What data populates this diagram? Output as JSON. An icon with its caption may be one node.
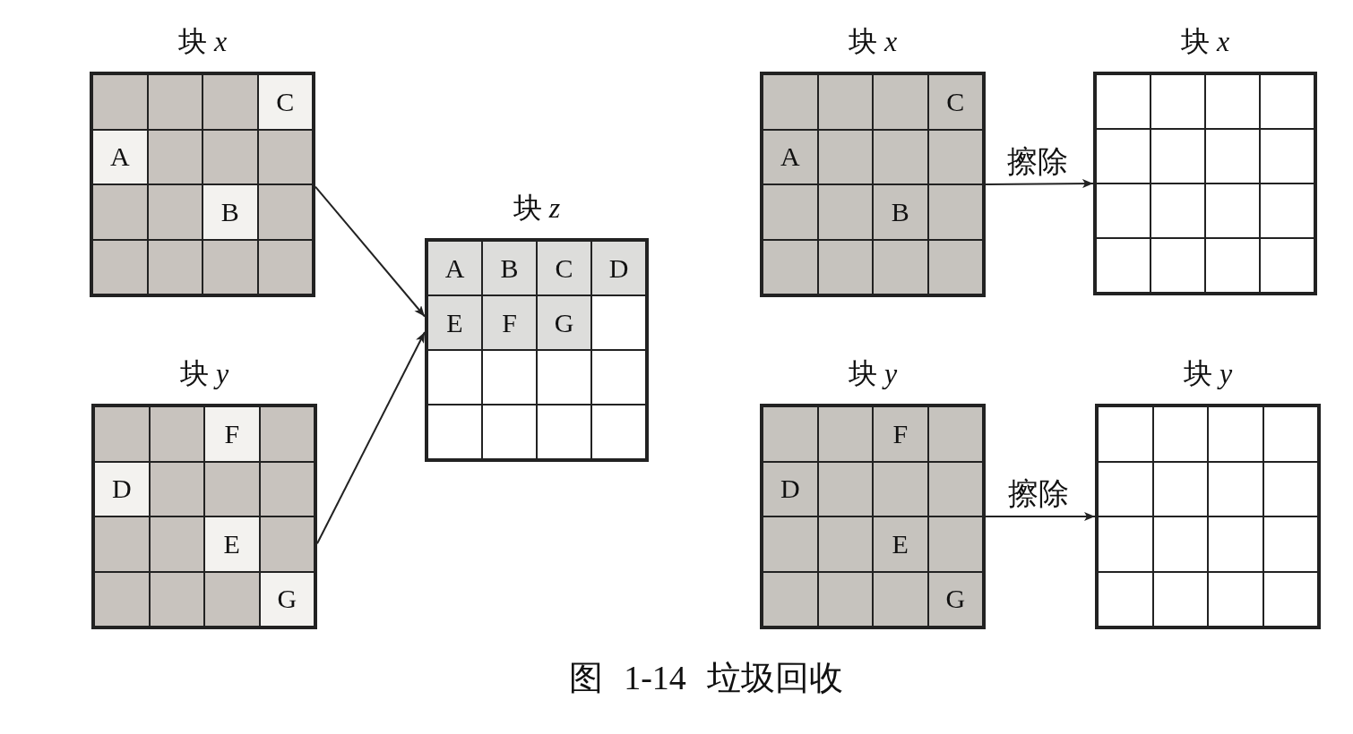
{
  "diagram": {
    "caption": "图 1-14 垃圾回收",
    "nodes": [
      {
        "text": [
          "块 *x*"
        ]
      },
      {
        "text": [],
        "shape": "box",
        "in": 0
      },
      {
        "text": [],
        "shape": "box",
        "in": 0
      },
      {
        "text": [],
        "shape": "box",
        "in": 0
      },
      {
        "text": [
          "C"
        ],
        "in": 0
      },
      {
        "text": [
          "A"
        ],
        "in": 0
      },
      {
        "text": [],
        "shape": "box",
        "in": 0
      },
      {
        "text": [],
        "shape": "box",
        "in": 0
      },
      {
        "text": [],
        "shape": "box",
        "in": 0
      },
      {
        "text": [],
        "shape": "box",
        "in": 0
      },
      {
        "text": [],
        "shape": "box",
        "in": 0
      },
      {
        "text": [
          "B"
        ],
        "in": 0
      },
      {
        "text": [],
        "shape": "box",
        "in": 0
      },
      {
        "text": [],
        "shape": "box",
        "in": 0
      },
      {
        "text": [],
        "shape": "box",
        "in": 0
      },
      {
        "text": [],
        "shape": "box",
        "in": 0
      },
      {
        "text": [],
        "shape": "box",
        "in": 0
      },
      {
        "text": [
          "块 *y*"
        ]
      },
      {
        "text": [],
        "shape": "box",
        "in": 17
      },
      {
        "text": [],
        "shape": "box",
        "in": 17
      },
      {
        "text": [
          "F"
        ],
        "in": 17
      },
      {
        "text": [],
        "shape": "box",
        "in": 17
      },
      {
        "text": [
          "D"
        ],
        "in": 17
      },
      {
        "text": [],
        "shape": "box",
        "in": 17
      },
      {
        "text": [],
        "shape": "box",
        "in": 17
      },
      {
        "text": [],
        "shape": "box",
        "in": 17
      },
      {
        "text": [],
        "shape": "box",
        "in": 17
      },
      {
        "text": [],
        "shape": "box",
        "in": 17
      },
      {
        "text": [
          "E"
        ],
        "in": 17
      },
      {
        "text": [],
        "shape": "box",
        "in": 17
      },
      {
        "text": [],
        "shape": "box",
        "in": 17
      },
      {
        "text": [],
        "shape": "box",
        "in": 17
      },
      {
        "text": [],
        "shape": "box",
        "in": 17
      },
      {
        "text": [
          "G"
        ],
        "in": 17
      },
      {
        "text": [
          "块 *z*"
        ]
      },
      {
        "text": [
          "A"
        ],
        "in": 34
      },
      {
        "text": [
          "B"
        ],
        "in": 34
      },
      {
        "text": [
          "C"
        ],
        "in": 34
      },
      {
        "text": [
          "D"
        ],
        "in": 34
      },
      {
        "text": [
          "E"
        ],
        "in": 34
      },
      {
        "text": [
          "F"
        ],
        "in": 34
      },
      {
        "text": [
          "G"
        ],
        "in": 34
      },
      {
        "text": [],
        "shape": "box",
        "in": 34
      },
      {
        "text": [],
        "shape": "box",
        "in": 34
      },
      {
        "text": [],
        "shape": "box",
        "in": 34
      },
      {
        "text": [],
        "shape": "box",
        "in": 34
      },
      {
        "text": [],
        "shape": "box",
        "in": 34
      },
      {
        "text": [],
        "shape": "box",
        "in": 34
      },
      {
        "text": [],
        "shape": "box",
        "in": 34
      },
      {
        "text": [],
        "shape": "box",
        "in": 34
      },
      {
        "text": [],
        "shape": "box",
        "in": 34
      },
      {
        "text": [
          "块 *x*"
        ]
      },
      {
        "text": [],
        "shape": "box",
        "in": 51
      },
      {
        "text": [],
        "shape": "box",
        "in": 51
      },
      {
        "text": [],
        "shape": "box",
        "in": 51
      },
      {
        "text": [
          "C"
        ],
        "in": 51
      },
      {
        "text": [
          "A"
        ],
        "in": 51
      },
      {
        "text": [],
        "shape": "box",
        "in": 51
      },
      {
        "text": [],
        "shape": "box",
        "in": 51
      },
      {
        "text": [],
        "shape": "box",
        "in": 51
      },
      {
        "text": [],
        "shape": "box",
        "in": 51
      },
      {
        "text": [],
        "shape": "box",
        "in": 51
      },
      {
        "text": [
          "B"
        ],
        "in": 51
      },
      {
        "text": [],
        "shape": "box",
        "in": 51
      },
      {
        "text": [],
        "shape": "box",
        "in": 51
      },
      {
        "text": [],
        "shape": "box",
        "in": 51
      },
      {
        "text": [],
        "shape": "box",
        "in": 51
      },
      {
        "text": [],
        "shape": "box",
        "in": 51
      },
      {
        "text": [
          "块 *x*"
        ]
      },
      {
        "text": [],
        "shape": "box",
        "in": 68
      },
      {
        "text": [],
        "shape": "box",
        "in": 68
      },
      {
        "text": [],
        "shape": "box",
        "in": 68
      },
      {
        "text": [],
        "shape": "box",
        "in": 68
      },
      {
        "text": [],
        "shape": "box",
        "in": 68
      },
      {
        "text": [],
        "shape": "box",
        "in": 68
      },
      {
        "text": [],
        "shape": "box",
        "in": 68
      },
      {
        "text": [],
        "shape": "box",
        "in": 68
      },
      {
        "text": [],
        "shape": "box",
        "in": 68
      },
      {
        "text": [],
        "shape": "box",
        "in": 68
      },
      {
        "text": [],
        "shape": "box",
        "in": 68
      },
      {
        "text": [],
        "shape": "box",
        "in": 68
      },
      {
        "text": [],
        "shape": "box",
        "in": 68
      },
      {
        "text": [],
        "shape": "box",
        "in": 68
      },
      {
        "text": [],
        "shape": "box",
        "in": 68
      },
      {
        "text": [],
        "shape": "box",
        "in": 68
      },
      {
        "text": [
          "块 *y*"
        ]
      },
      {
        "text": [],
        "shape": "box",
        "in": 85
      },
      {
        "text": [],
        "shape": "box",
        "in": 85
      },
      {
        "text": [
          "F"
        ],
        "in": 85
      },
      {
        "text": [],
        "shape": "box",
        "in": 85
      },
      {
        "text": [
          "D"
        ],
        "in": 85
      },
      {
        "text": [],
        "shape": "box",
        "in": 85
      },
      {
        "text": [],
        "shape": "box",
        "in": 85
      },
      {
        "text": [],
        "shape": "box",
        "in": 85
      },
      {
        "text": [],
        "shape": "box",
        "in": 85
      },
      {
        "text": [],
        "shape": "box",
        "in": 85
      },
      {
        "text": [
          "E"
        ],
        "in": 85
      },
      {
        "text": [],
        "shape": "box",
        "in": 85
      },
      {
        "text": [],
        "shape": "box",
        "in": 85
      },
      {
        "text": [],
        "shape": "box",
        "in": 85
      },
      {
        "text": [],
        "shape": "box",
        "in": 85
      },
      {
        "text": [
          "G"
        ],
        "in": 85
      },
      {
        "text": [
          "块 *y*"
        ]
      },
      {
        "text": [],
        "shape": "box",
        "in": 102
      },
      {
        "text": [],
        "shape": "box",
        "in": 102
      },
      {
        "text": [],
        "shape": "box",
        "in": 102
      },
      {
        "text": [],
        "shape": "box",
        "in": 102
      },
      {
        "text": [],
        "shape": "box",
        "in": 102
      },
      {
        "text": [],
        "shape": "box",
        "in": 102
      },
      {
        "text": [],
        "shape": "box",
        "in": 102
      },
      {
        "text": [],
        "shape": "box",
        "in": 102
      },
      {
        "text": [],
        "shape": "box",
        "in": 102
      },
      {
        "text": [],
        "shape": "box",
        "in": 102
      },
      {
        "text": [],
        "shape": "box",
        "in": 102
      },
      {
        "text": [],
        "shape": "box",
        "in": 102
      },
      {
        "text": [],
        "shape": "box",
        "in": 102
      },
      {
        "text": [],
        "shape": "box",
        "in": 102
      },
      {
        "text": [],
        "shape": "box",
        "in": 102
      },
      {
        "text": [],
        "shape": "box",
        "in": 102
      }
    ],
    "edges": [
      {
        "from": 0,
        "to": 34,
        "arrow": "to"
      },
      {
        "from": 17,
        "to": 34,
        "arrow": "to"
      },
      {
        "from": 51,
        "to": 68,
        "arrow": "to",
        "label": "擦除"
      },
      {
        "from": 85,
        "to": 102,
        "arrow": "to",
        "label": "擦除"
      }
    ]
  }
}
